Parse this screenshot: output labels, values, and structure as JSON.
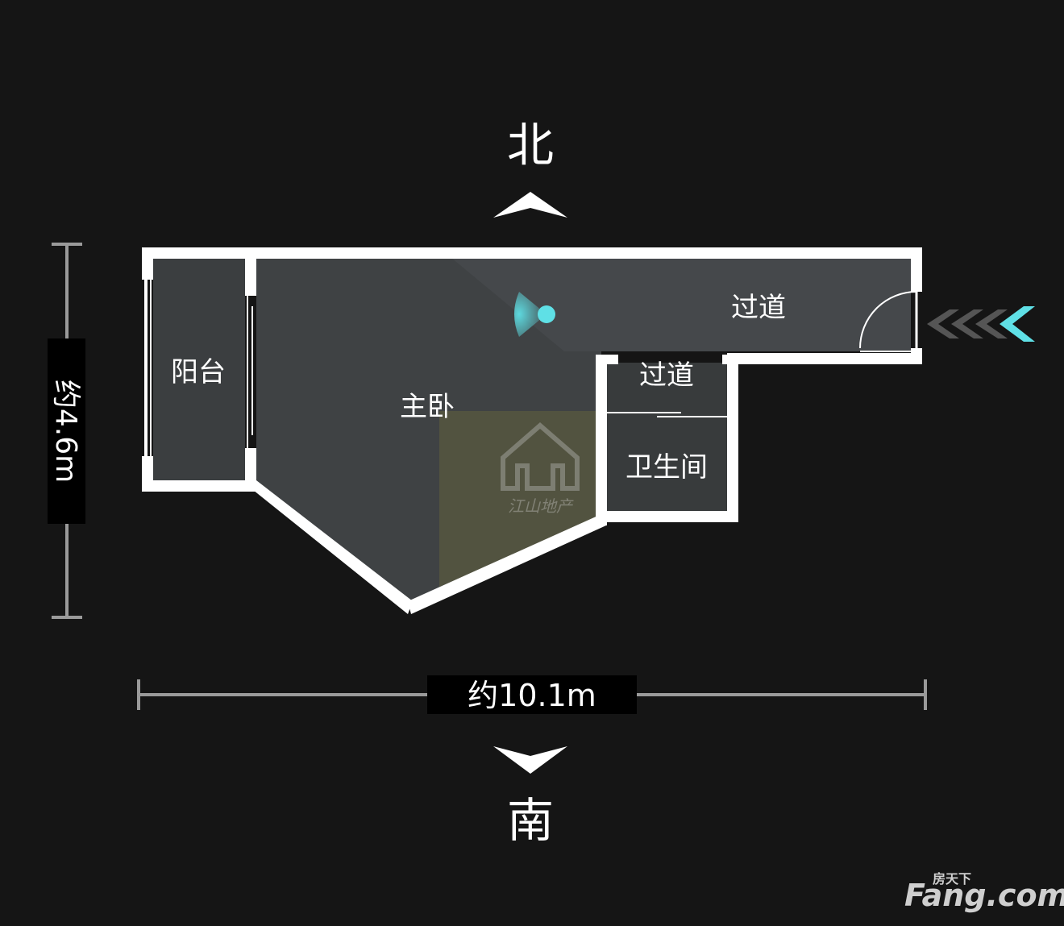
{
  "compass": {
    "north": "北",
    "south": "南"
  },
  "dimensions": {
    "height": "约4.6m",
    "width": "约10.1m"
  },
  "rooms": {
    "balcony": "阳台",
    "master_bedroom": "主卧",
    "corridor_main": "过道",
    "corridor_small": "过道",
    "bathroom": "卫生间"
  },
  "watermark": {
    "agency": "江山地产"
  },
  "brand": {
    "small": "房天下",
    "large": "Fang.com"
  },
  "colors": {
    "background": "#151515",
    "wall": "#ffffff",
    "accent": "#5fe0e6",
    "floor": "#3c3f41",
    "carpet": "#5a5a46"
  }
}
